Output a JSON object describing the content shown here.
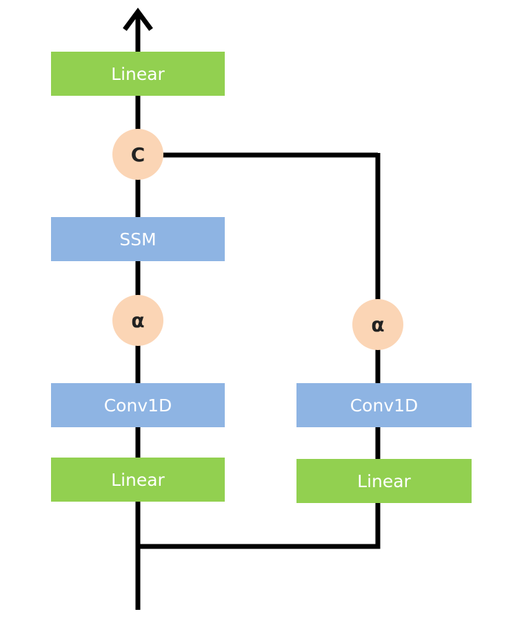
{
  "diagram": {
    "top_linear": "Linear",
    "concat_op": "C",
    "ssm": "SSM",
    "left_alpha": "α",
    "right_alpha": "α",
    "left_conv": "Conv1D",
    "right_conv": "Conv1D",
    "left_linear": "Linear",
    "right_linear": "Linear"
  },
  "colors": {
    "linear": "#92d050",
    "conv_ssm": "#8eb4e3",
    "op_circle": "#fbd5b5",
    "line": "#000000"
  }
}
